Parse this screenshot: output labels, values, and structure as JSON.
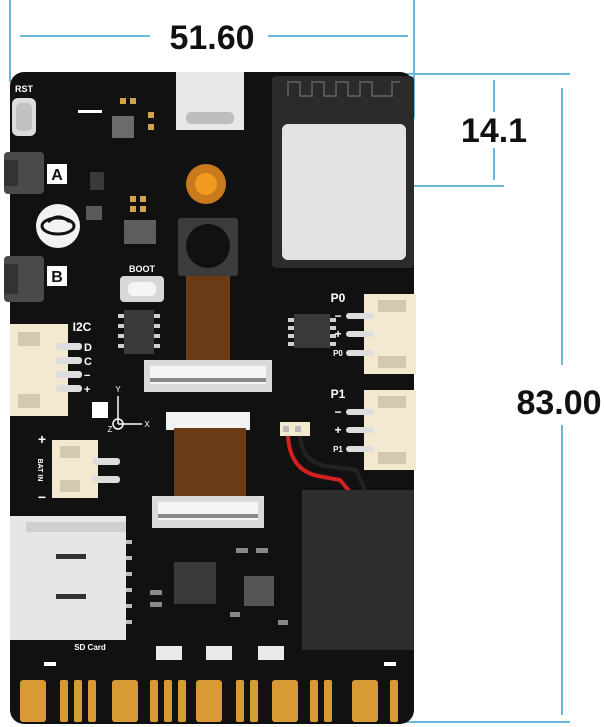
{
  "dimensions": {
    "width": "51.60",
    "height": "83.00",
    "camera_offset": "14.1",
    "dimension_line_color": "#69b7d9"
  },
  "board": {
    "color": "#111111",
    "connector_color": "#f3e8d0",
    "gold_color": "#d89a35",
    "buttons": {
      "reset": "RST",
      "a": "A",
      "b": "B",
      "boot": "BOOT"
    },
    "i2c": {
      "title": "I2C",
      "pins": [
        "D",
        "C",
        "−",
        "+"
      ]
    },
    "battery": {
      "label": "BAT IN",
      "plus": "+",
      "minus": "−"
    },
    "port_p0": {
      "title": "P0",
      "pins": [
        "−",
        "+",
        "P0"
      ]
    },
    "port_p1": {
      "title": "P1",
      "pins": [
        "−",
        "+",
        "P1"
      ]
    },
    "sd_card": "SD Card",
    "axes": {
      "y": "Y",
      "z": "Z",
      "x": "X"
    }
  }
}
